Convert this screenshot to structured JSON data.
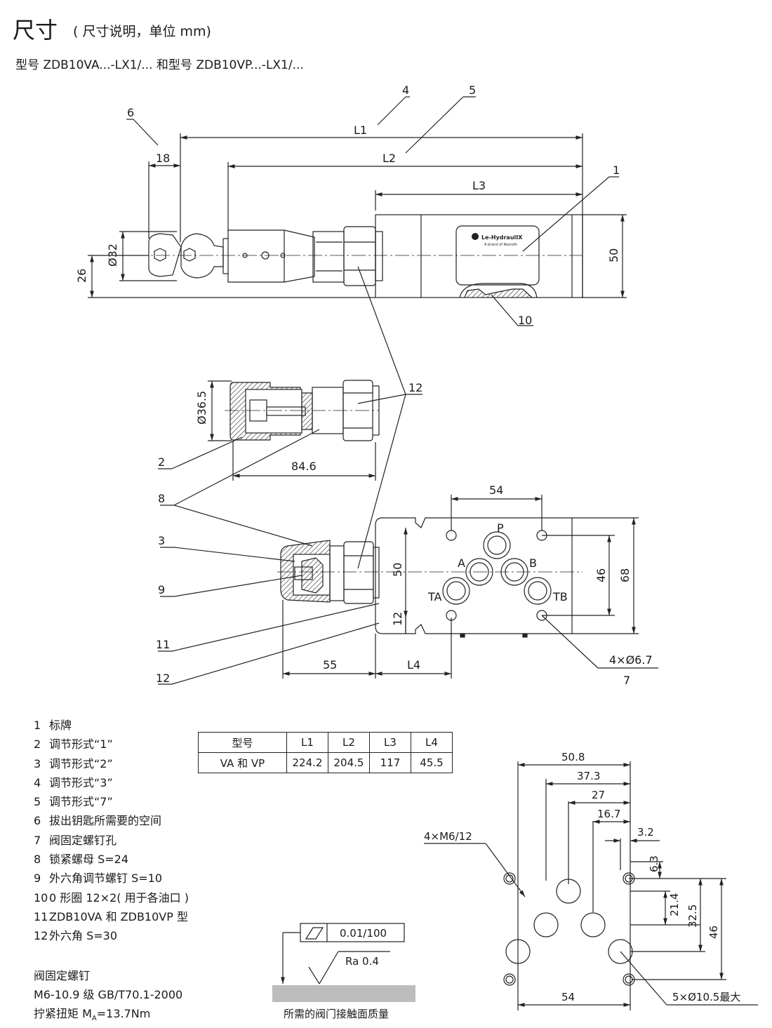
{
  "header": {
    "title": "尺寸",
    "subtitle": "( 尺寸说明，单位 mm)",
    "model_line": "型号 ZDB10VA...-LX1/... 和型号 ZDB10VP...-LX1/..."
  },
  "drawing": {
    "callouts": [
      "1",
      "2",
      "3",
      "4",
      "5",
      "6",
      "7",
      "8",
      "9",
      "10",
      "11",
      "12"
    ],
    "dims": {
      "L1": "L1",
      "L2": "L2",
      "L3": "L3",
      "L4": "L4",
      "d18": "18",
      "d32": "Ø32",
      "d26": "26",
      "d50": "50",
      "d36_5": "Ø36.5",
      "d84_6": "84.6",
      "d54": "54",
      "d46": "46",
      "d68": "68",
      "d55": "55",
      "d12": "12",
      "d4x67": "4×Ø6.7"
    },
    "ports": {
      "P": "P",
      "A": "A",
      "B": "B",
      "TA": "TA",
      "TB": "TB"
    },
    "nameplate_brand": "Le-HydraulIX",
    "nameplate_sub": "A brand of Rexroth"
  },
  "legend": [
    {
      "num": "1",
      "text": "标牌"
    },
    {
      "num": "2",
      "text": "调节形式“1”"
    },
    {
      "num": "3",
      "text": "调节形式“2”"
    },
    {
      "num": "4",
      "text": "调节形式“3”"
    },
    {
      "num": "5",
      "text": "调节形式“7”"
    },
    {
      "num": "6",
      "text": "拔出钥匙所需要的空间"
    },
    {
      "num": "7",
      "text": "阀固定螺钉孔"
    },
    {
      "num": "8",
      "text": "锁紧螺母 S=24"
    },
    {
      "num": "9",
      "text": "外六角调节螺钉 S=10"
    },
    {
      "num": "10",
      "text": "0 形圈 12×2( 用于各油口 )"
    },
    {
      "num": "11",
      "text": "ZDB10VA 和 ZDB10VP 型"
    },
    {
      "num": "12",
      "text": "外六角 S=30"
    }
  ],
  "screw": {
    "title": "阀固定螺钉",
    "spec": "M6-10.9 级 GB/T70.1-2000",
    "torque_prefix": "拧紧扭矩 M",
    "torque_sub": "A",
    "torque_value": "=13.7Nm"
  },
  "table": {
    "headers": [
      "型号",
      "L1",
      "L2",
      "L3",
      "L4"
    ],
    "rows": [
      [
        "VA 和 VP",
        "224.2",
        "204.5",
        "117",
        "45.5"
      ]
    ]
  },
  "surface": {
    "flatness": "0.01/100",
    "roughness": "Ra 0.4",
    "caption": "所需的阀门接触面质量"
  },
  "pattern": {
    "d50_8": "50.8",
    "d37_3": "37.3",
    "d27": "27",
    "d16_7": "16.7",
    "d3_2": "3.2",
    "d6_3": "6.3",
    "d21_4": "21.4",
    "d32_5": "32.5",
    "d46": "46",
    "d54": "54",
    "thread": "4×M6/12",
    "holes": "5×Ø10.5最大"
  }
}
